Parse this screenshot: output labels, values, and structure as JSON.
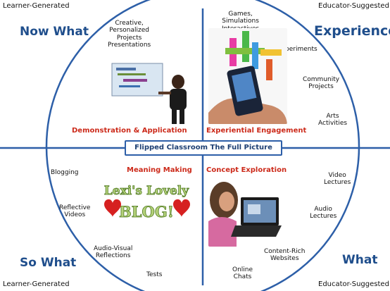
{
  "corners": {
    "top_left": "Learner-Generated",
    "top_right": "Educator-Suggested",
    "bottom_left": "Learner-Generated",
    "bottom_right": "Educator-Suggested"
  },
  "quadrants": {
    "now_what": "Now What",
    "experience": "Experience",
    "so_what": "So What",
    "what": "What"
  },
  "center_title": "Flipped Classroom The Full Picture",
  "phases": {
    "demonstration": "Demonstration & Application",
    "experiential": "Experiential Engagement",
    "meaning": "Meaning Making",
    "concept": "Concept Exploration"
  },
  "activities": {
    "creative": [
      "Creative,",
      "Personalized",
      "Projects",
      "Presentations"
    ],
    "games": [
      "Games,",
      "Simulations",
      "Interactives"
    ],
    "experiments": [
      "Experiments"
    ],
    "community": [
      "Community",
      "Projects"
    ],
    "arts": [
      "Arts",
      "Activities"
    ],
    "blogging": [
      "Blogging"
    ],
    "reflective": [
      "Reflective",
      "Videos"
    ],
    "audiovisual": [
      "Audio-Visual",
      "Reflections"
    ],
    "tests": [
      "Tests"
    ],
    "video": [
      "Video",
      "Lectures"
    ],
    "audio": [
      "Audio",
      "Lectures"
    ],
    "content": [
      "Content-Rich",
      "Websites"
    ],
    "online": [
      "Online",
      "Chats"
    ]
  },
  "blog_graphic": {
    "line1": "Lexi's Lovely",
    "line2": "BLOG!"
  },
  "colors": {
    "axis": "#2d5fa8",
    "quadrant_text": "#1f4e8c",
    "phase_text": "#cc2a1a"
  }
}
